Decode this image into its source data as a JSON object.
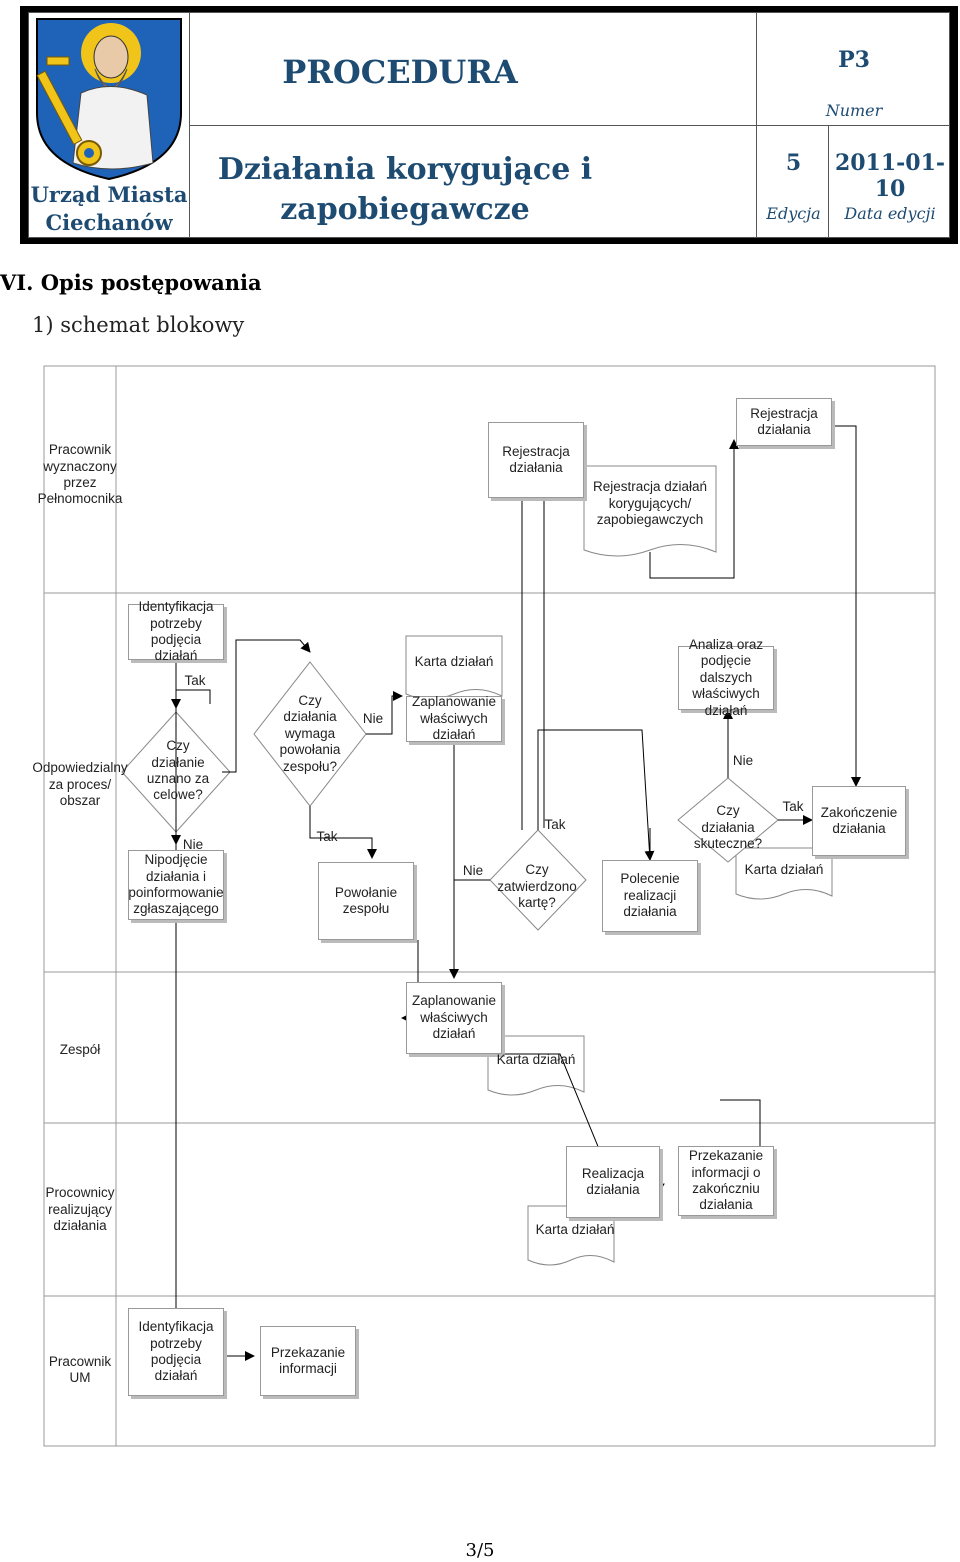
{
  "header": {
    "org_line1": "Urząd Miasta",
    "org_line2": "Ciechanów",
    "doc_type": "PROCEDURA",
    "title_line1": "Działania korygujące i",
    "title_line2": "zapobiegawcze",
    "code": "P3",
    "code_label": "Numer",
    "edition": "5",
    "edition_label": "Edycja",
    "date": "2011-01-10",
    "date_label": "Data edycji"
  },
  "section": {
    "heading": "VI.  Opis postępowania",
    "subheading": "1)  schemat blokowy"
  },
  "lanes": [
    "Pracownik wyznaczony przez Pełnomocnika",
    "Odpowiedzialny za proces/ obszar",
    "Zespół",
    "Procownicy realizujący działania",
    "Pracownik UM"
  ],
  "nodes": {
    "rej1": "Rejestracja działania",
    "rej_doc": "Rejestracja działań korygujących/ zapobiegawczych",
    "rej2": "Rejestracja działania",
    "ident1": "Identyfikacja potrzeby podjęcia działań",
    "q_celowe": "Czy działanie uznano za celowe?",
    "nipodjecie": "Nipodjęcie działania i poinformowanie zgłaszającego",
    "q_zespol": "Czy działania wymaga powołania zespołu?",
    "powolanie": "Powołanie zespołu",
    "karta1": "Karta działań",
    "zaplan1": "Zaplanowanie właściwych działań",
    "q_karta": "Czy zatwierdzono kartę?",
    "polecenie": "Polecenie realizacji działania",
    "analiza": "Analiza oraz podjęcie dalszych właściwych działań",
    "q_skuteczne": "Czy działania skuteczne?",
    "zakonczenie": "Zakończenie działania",
    "karta2": "Karta działań",
    "zaplan2": "Zaplanowanie właściwych działań",
    "karta3": "Karta działań",
    "realizacja": "Realizacja działania",
    "karta4": "Karta działań",
    "przekazanie_zak": "Przekazanie informacji o zakończniu działania",
    "ident2": "Identyfikacja potrzeby podjęcia działań",
    "przekazanie": "Przekazanie informacji"
  },
  "edges": {
    "tak": "Tak",
    "nie": "Nie"
  },
  "page_number": "3/5"
}
